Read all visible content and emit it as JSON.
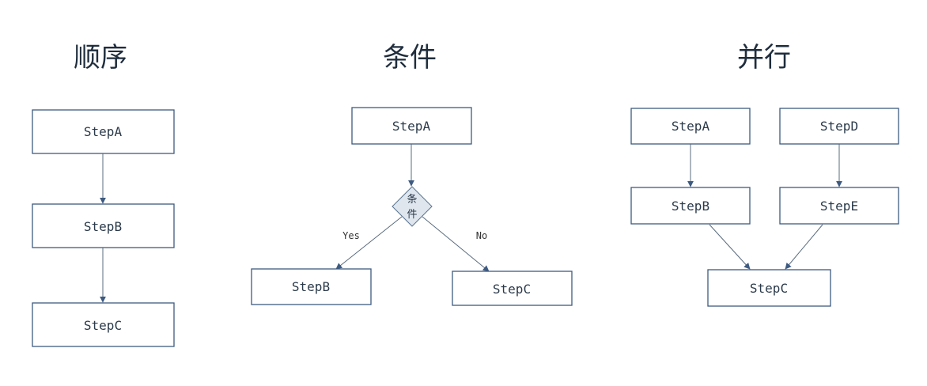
{
  "sections": [
    {
      "title": "顺序",
      "steps": [
        "StepA",
        "StepB",
        "StepC"
      ]
    },
    {
      "title": "条件",
      "top_step": "StepA",
      "condition": {
        "line1": "条",
        "line2": "件"
      },
      "yes_label": "Yes",
      "no_label": "No",
      "yes_step": "StepB",
      "no_step": "StepC"
    },
    {
      "title": "并行",
      "steps": [
        "StepA",
        "StepD",
        "StepB",
        "StepE",
        "StepC"
      ]
    }
  ],
  "colors": {
    "box_stroke": "#3d5a80",
    "diamond_fill": "#dfe6ee",
    "arrow": "#3d5a80"
  }
}
